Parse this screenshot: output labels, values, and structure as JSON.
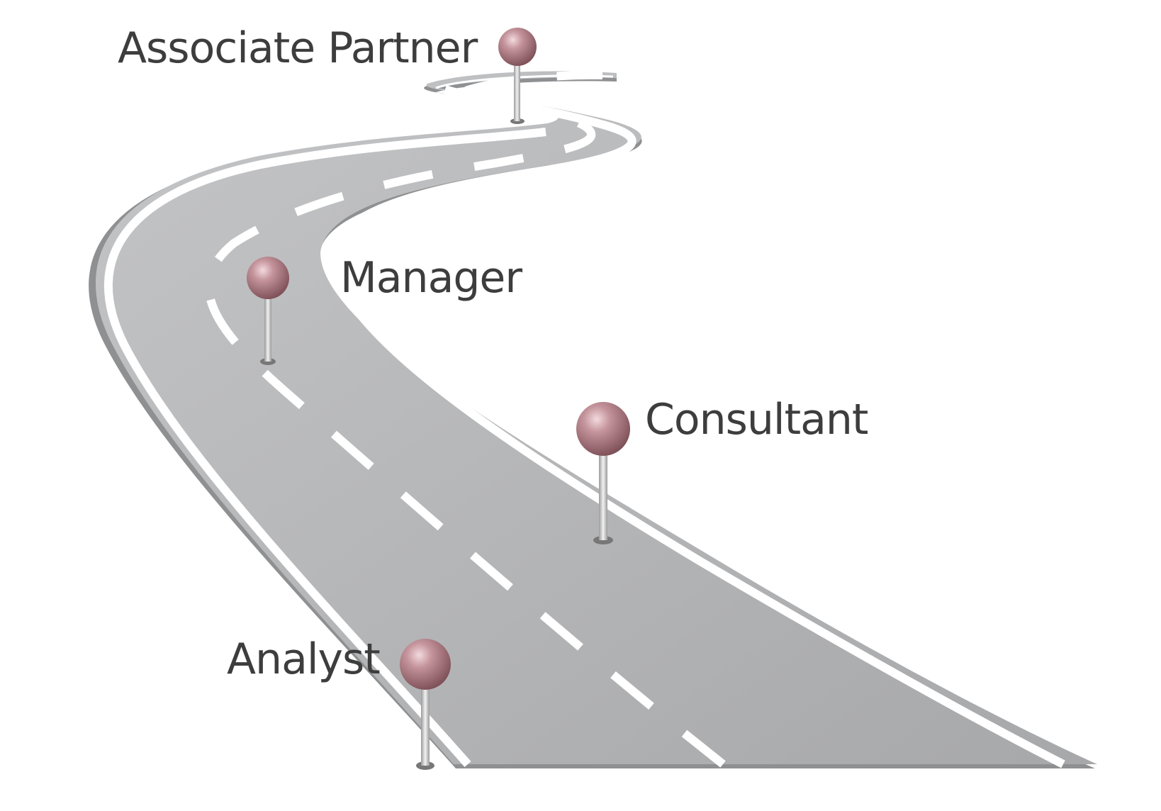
{
  "milestones": [
    {
      "id": "analyst",
      "label": "Analyst"
    },
    {
      "id": "consultant",
      "label": "Consultant"
    },
    {
      "id": "manager",
      "label": "Manager"
    },
    {
      "id": "associate_partner",
      "label": "Associate Partner"
    }
  ],
  "colors": {
    "road": "#b3b4b6",
    "road_shadow": "#8f9092",
    "edge_line": "#ffffff",
    "pin_head": "#b07e86",
    "pin_pole": "#c7c7c7",
    "label_text": "#3d3d3d"
  }
}
